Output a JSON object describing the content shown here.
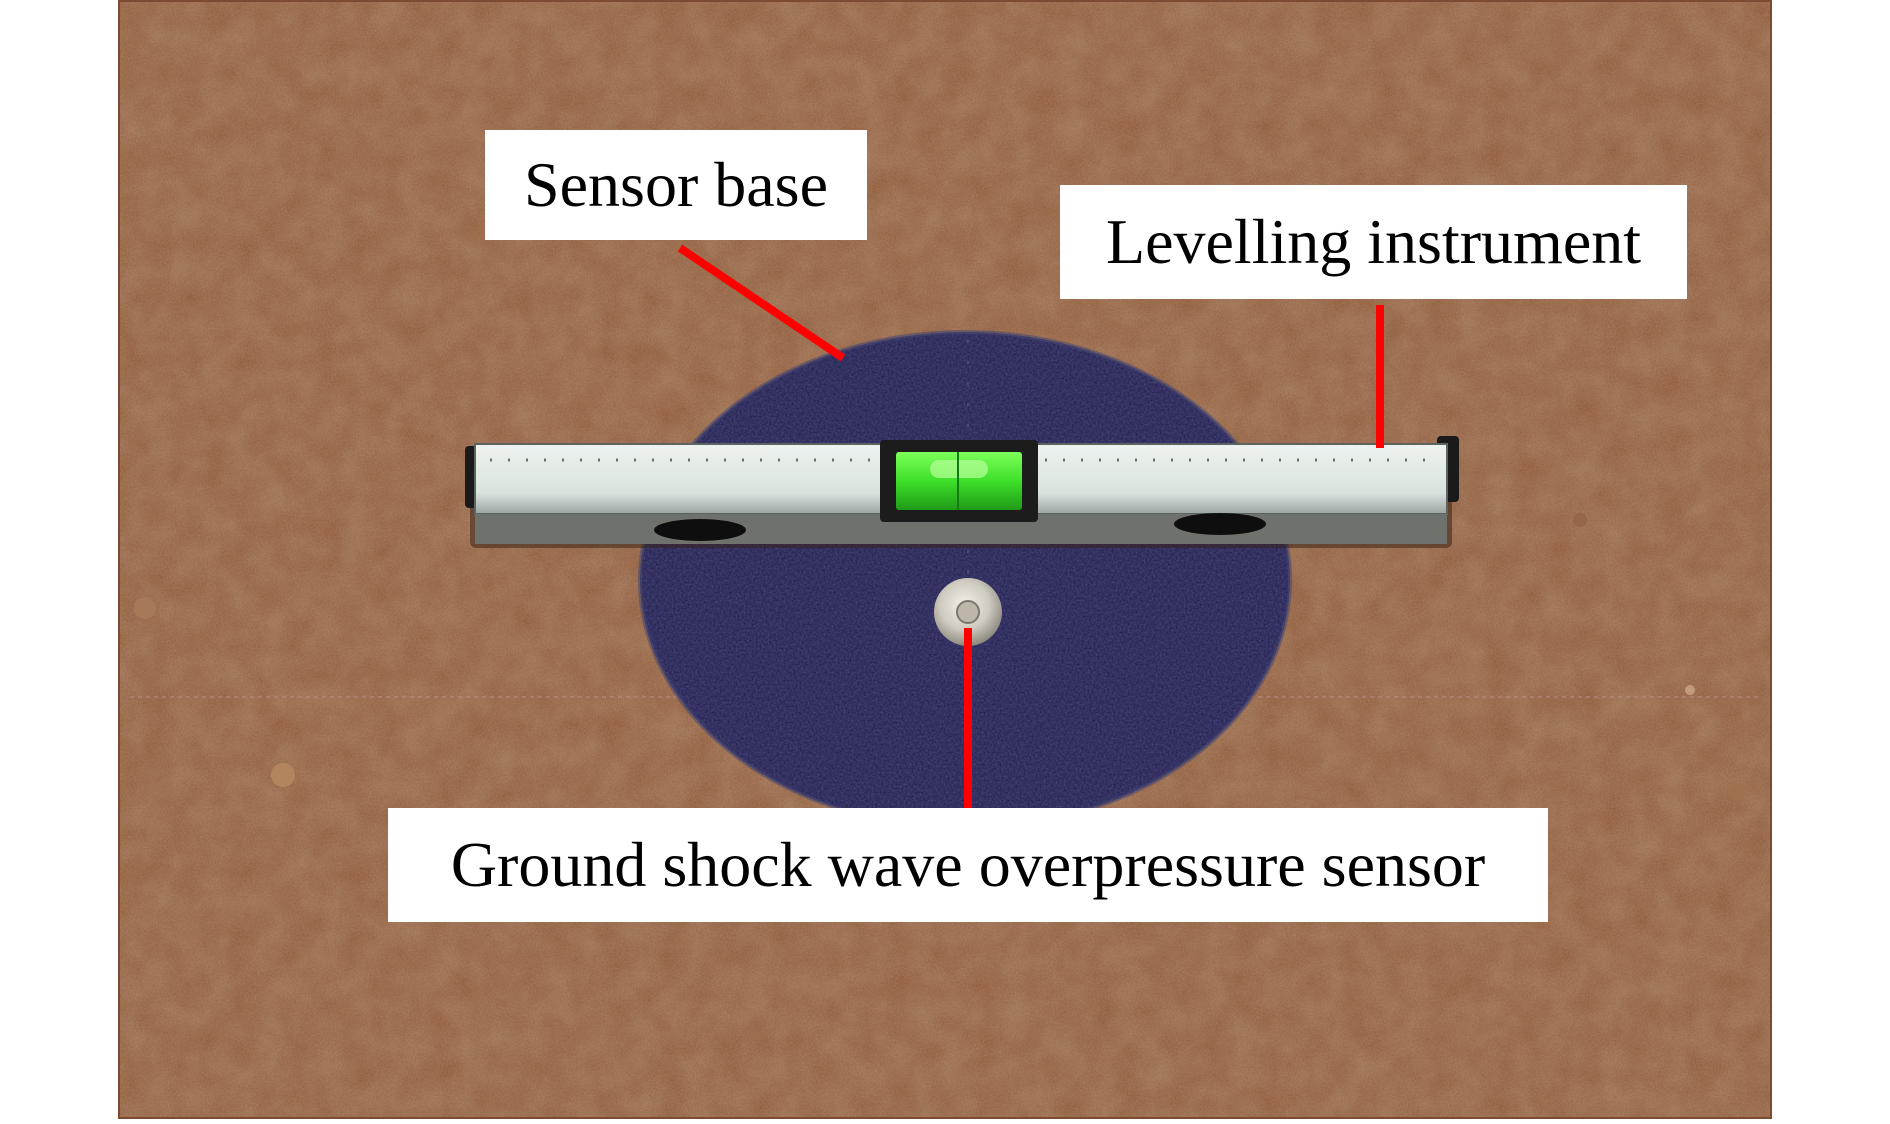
{
  "figure": {
    "description_labels": {
      "sensor_base": "Sensor base",
      "levelling_instrument": "Levelling instrument",
      "ground_sensor": "Ground shock wave overpressure sensor"
    },
    "colors": {
      "soil": "#8a5535",
      "soil_dark": "#6e4128",
      "sensor_disc": "#1d1b4e",
      "level_body": "#d8e0dc",
      "level_bubble": "#3ee02a",
      "leader_line": "#ff0000",
      "label_background": "#ffffff"
    }
  }
}
